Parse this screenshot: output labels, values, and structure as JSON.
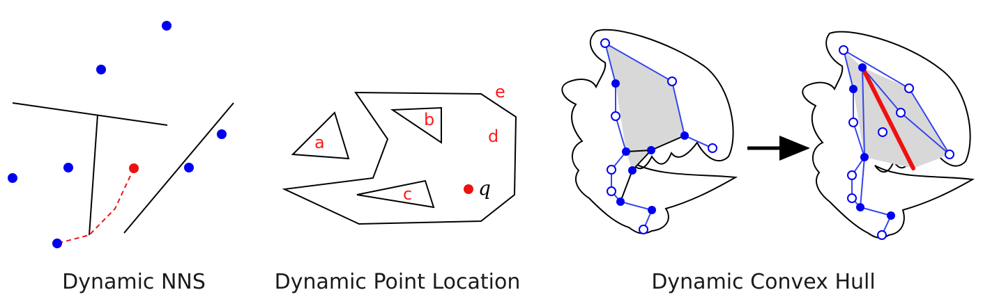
{
  "panels": {
    "nns": {
      "caption": "Dynamic NNS"
    },
    "point_location": {
      "caption": "Dynamic Point Location",
      "regions": [
        "a",
        "b",
        "c",
        "d",
        "e"
      ],
      "query_label": "q"
    },
    "convex_hull": {
      "caption": "Dynamic Convex Hull"
    }
  },
  "colors": {
    "site": "#0000ee",
    "query": "#ee1111",
    "hull_fill": "#d8d8d8",
    "hull_edge": "#3344ee",
    "new_edge": "#ee1111",
    "outline": "#000000"
  }
}
